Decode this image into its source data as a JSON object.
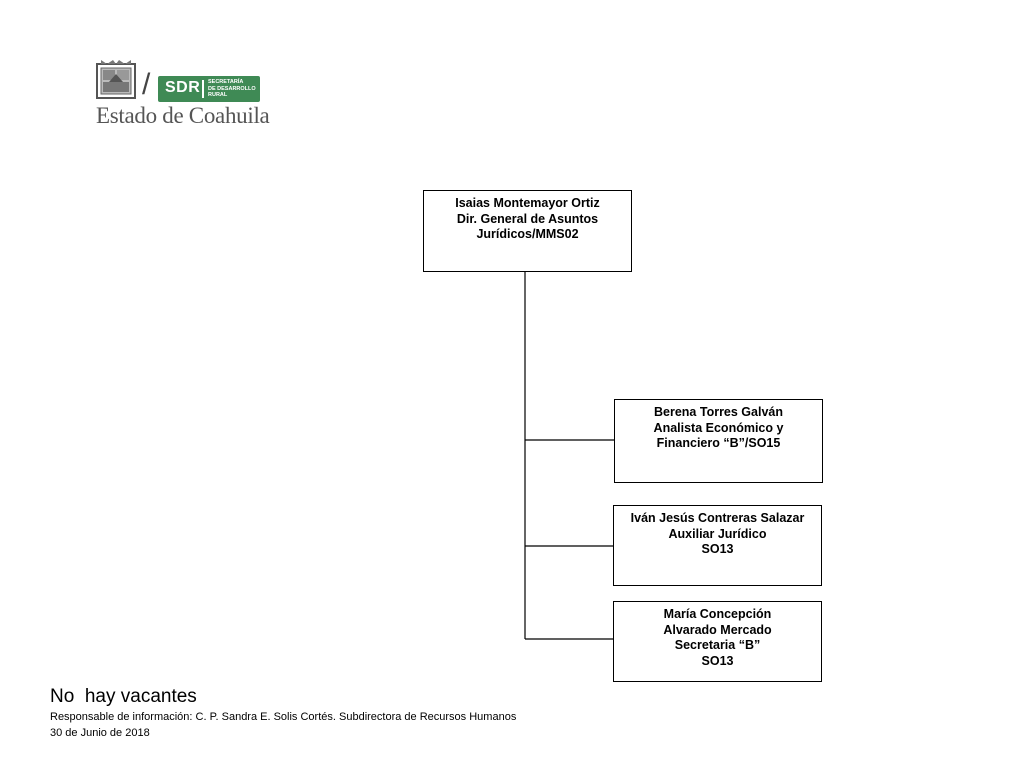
{
  "logo": {
    "sdr": "SDR",
    "subtitle_lines": [
      "SECRETARÍA",
      "DE DESARROLLO",
      "RURAL"
    ],
    "state_name": "Estado de Coahuila",
    "accent_color": "#3f8a55",
    "crest_icon": "coat-of-arms-icon"
  },
  "org_chart": {
    "director": {
      "lines": [
        "Isaias Montemayor Ortiz",
        "Dir. General de  Asuntos",
        "Jurídicos/MMS02"
      ]
    },
    "subordinates": [
      {
        "lines": [
          "Berena Torres Galván",
          "Analista Económico y",
          "Financiero “B”/SO15"
        ]
      },
      {
        "lines": [
          "Iván Jesús Contreras Salazar",
          "Auxiliar Jurídico",
          "SO13"
        ]
      },
      {
        "lines": [
          "María Concepción",
          "Alvarado Mercado",
          "Secretaria “B”",
          "SO13"
        ]
      }
    ]
  },
  "footer": {
    "vacancies": "No  hay vacantes",
    "responsible": "Responsable de información: C. P. Sandra E. Solis Cortés. Subdirectora de Recursos Humanos",
    "date": "30 de Junio de 2018"
  }
}
